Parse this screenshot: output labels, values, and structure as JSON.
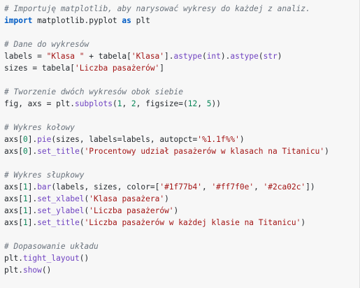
{
  "code": {
    "lines": [
      [
        {
          "t": "# Importuję matplotlib, aby narysować wykresy do każdej z analiz.",
          "k": "comment"
        }
      ],
      [
        {
          "t": "import",
          "k": "keyword"
        },
        {
          "t": " matplotlib.pyplot ",
          "k": "plain"
        },
        {
          "t": "as",
          "k": "keyword"
        },
        {
          "t": " plt",
          "k": "plain"
        }
      ],
      [],
      [
        {
          "t": "# Dane do wykresów",
          "k": "comment"
        }
      ],
      [
        {
          "t": "labels = ",
          "k": "plain"
        },
        {
          "t": "\"Klasa \"",
          "k": "string"
        },
        {
          "t": " + tabela[",
          "k": "plain"
        },
        {
          "t": "'Klasa'",
          "k": "string"
        },
        {
          "t": "].",
          "k": "plain"
        },
        {
          "t": "astype",
          "k": "func"
        },
        {
          "t": "(",
          "k": "plain"
        },
        {
          "t": "int",
          "k": "func"
        },
        {
          "t": ").",
          "k": "plain"
        },
        {
          "t": "astype",
          "k": "func"
        },
        {
          "t": "(",
          "k": "plain"
        },
        {
          "t": "str",
          "k": "func"
        },
        {
          "t": ")",
          "k": "plain"
        }
      ],
      [
        {
          "t": "sizes = tabela[",
          "k": "plain"
        },
        {
          "t": "'Liczba pasażerów'",
          "k": "string"
        },
        {
          "t": "]",
          "k": "plain"
        }
      ],
      [],
      [
        {
          "t": "# Tworzenie dwóch wykresów obok siebie",
          "k": "comment"
        }
      ],
      [
        {
          "t": "fig, axs = plt.",
          "k": "plain"
        },
        {
          "t": "subplots",
          "k": "func"
        },
        {
          "t": "(",
          "k": "plain"
        },
        {
          "t": "1",
          "k": "number"
        },
        {
          "t": ", ",
          "k": "plain"
        },
        {
          "t": "2",
          "k": "number"
        },
        {
          "t": ", figsize=(",
          "k": "plain"
        },
        {
          "t": "12",
          "k": "number"
        },
        {
          "t": ", ",
          "k": "plain"
        },
        {
          "t": "5",
          "k": "number"
        },
        {
          "t": "))",
          "k": "plain"
        }
      ],
      [],
      [
        {
          "t": "# Wykres kołowy",
          "k": "comment"
        }
      ],
      [
        {
          "t": "axs[",
          "k": "plain"
        },
        {
          "t": "0",
          "k": "number"
        },
        {
          "t": "].",
          "k": "plain"
        },
        {
          "t": "pie",
          "k": "func"
        },
        {
          "t": "(sizes, labels=labels, autopct=",
          "k": "plain"
        },
        {
          "t": "'%1.1f%%'",
          "k": "string"
        },
        {
          "t": ")",
          "k": "plain"
        }
      ],
      [
        {
          "t": "axs[",
          "k": "plain"
        },
        {
          "t": "0",
          "k": "number"
        },
        {
          "t": "].",
          "k": "plain"
        },
        {
          "t": "set_title",
          "k": "func"
        },
        {
          "t": "(",
          "k": "plain"
        },
        {
          "t": "'Procentowy udział pasażerów w klasach na Titanicu'",
          "k": "string"
        },
        {
          "t": ")",
          "k": "plain"
        }
      ],
      [],
      [
        {
          "t": "# Wykres słupkowy",
          "k": "comment"
        }
      ],
      [
        {
          "t": "axs[",
          "k": "plain"
        },
        {
          "t": "1",
          "k": "number"
        },
        {
          "t": "].",
          "k": "plain"
        },
        {
          "t": "bar",
          "k": "func"
        },
        {
          "t": "(labels, sizes, color=[",
          "k": "plain"
        },
        {
          "t": "'#1f77b4'",
          "k": "string"
        },
        {
          "t": ", ",
          "k": "plain"
        },
        {
          "t": "'#ff7f0e'",
          "k": "string"
        },
        {
          "t": ", ",
          "k": "plain"
        },
        {
          "t": "'#2ca02c'",
          "k": "string"
        },
        {
          "t": "])",
          "k": "plain"
        }
      ],
      [
        {
          "t": "axs[",
          "k": "plain"
        },
        {
          "t": "1",
          "k": "number"
        },
        {
          "t": "].",
          "k": "plain"
        },
        {
          "t": "set_xlabel",
          "k": "func"
        },
        {
          "t": "(",
          "k": "plain"
        },
        {
          "t": "'Klasa pasażera'",
          "k": "string"
        },
        {
          "t": ")",
          "k": "plain"
        }
      ],
      [
        {
          "t": "axs[",
          "k": "plain"
        },
        {
          "t": "1",
          "k": "number"
        },
        {
          "t": "].",
          "k": "plain"
        },
        {
          "t": "set_ylabel",
          "k": "func"
        },
        {
          "t": "(",
          "k": "plain"
        },
        {
          "t": "'Liczba pasażerów'",
          "k": "string"
        },
        {
          "t": ")",
          "k": "plain"
        }
      ],
      [
        {
          "t": "axs[",
          "k": "plain"
        },
        {
          "t": "1",
          "k": "number"
        },
        {
          "t": "].",
          "k": "plain"
        },
        {
          "t": "set_title",
          "k": "func"
        },
        {
          "t": "(",
          "k": "plain"
        },
        {
          "t": "'Liczba pasażerów w każdej klasie na Titanicu'",
          "k": "string"
        },
        {
          "t": ")",
          "k": "plain"
        }
      ],
      [],
      [
        {
          "t": "# Dopasowanie układu",
          "k": "comment"
        }
      ],
      [
        {
          "t": "plt.",
          "k": "plain"
        },
        {
          "t": "tight_layout",
          "k": "func"
        },
        {
          "t": "()",
          "k": "plain"
        }
      ],
      [
        {
          "t": "plt.",
          "k": "plain"
        },
        {
          "t": "show",
          "k": "func"
        },
        {
          "t": "()",
          "k": "plain"
        }
      ]
    ]
  }
}
